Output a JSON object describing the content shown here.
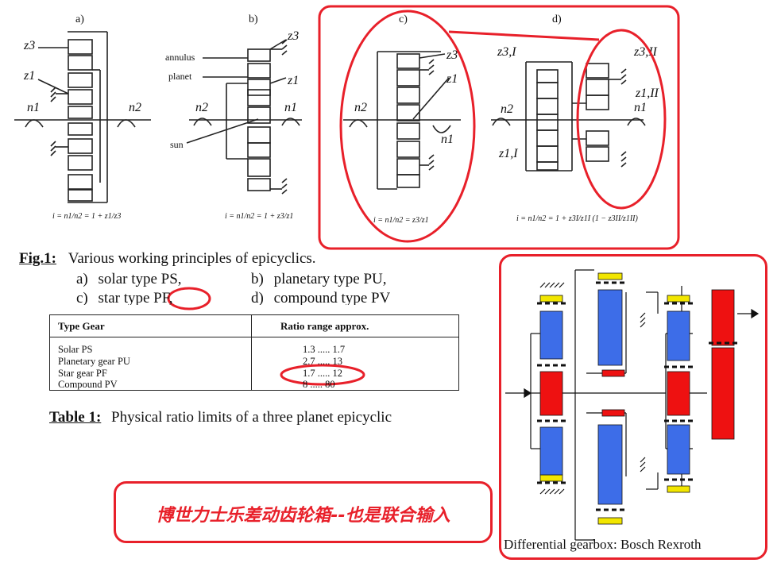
{
  "diagram_labels": {
    "a": "a)",
    "b": "b)",
    "c": "c)",
    "d": "d)",
    "z3": "z3",
    "z1": "z1",
    "n1": "n1",
    "n2": "n2",
    "annulus": "annulus",
    "planet": "planet",
    "sun": "sun",
    "z3I": "z3,I",
    "z3II": "z3,II",
    "z1II": "z1,II",
    "z1I": "z1,I"
  },
  "formulas": {
    "a": "i = n1/n2 = 1 + z1/z3",
    "b": "i = n1/n2 = 1 + z3/z1",
    "c": "i = n1/n2 = z3/z1",
    "d": "i = n1/n2 = 1 + z3I/z1I (1 − z3II/z1II)"
  },
  "figure_caption": {
    "label": "Fig.1:",
    "text": "Various working principles of epicyclics.",
    "items": [
      {
        "key": "a)",
        "text": "solar type PS,"
      },
      {
        "key": "b)",
        "text": "planetary type PU,"
      },
      {
        "key": "c)",
        "text": "star type PF,"
      },
      {
        "key": "d)",
        "text": "compound type PV"
      }
    ]
  },
  "chart_data": {
    "type": "table",
    "columns": [
      "Type Gear",
      "Ratio range approx."
    ],
    "rows": [
      [
        "Solar PS",
        "1.3 ..... 1.7"
      ],
      [
        "Planetary gear PU",
        "2.7 ..... 13"
      ],
      [
        "Star gear PF",
        "1.7 ..... 12"
      ],
      [
        "Compound PV",
        "8 ..... 80"
      ]
    ]
  },
  "table_caption": {
    "label": "Table 1:",
    "text": "Physical ratio limits of a three planet epicyclic"
  },
  "callout_chinese": "博世力士乐差动齿轮箱--也是联合输入",
  "photo_caption": "Differential gearbox: Bosch Rexroth",
  "colors": {
    "highlight_red": "#e8202a",
    "gear_blue": "#3d6de8",
    "gear_red": "#ee1111",
    "bearing_yellow": "#f2e600",
    "callout_text": "#e8202a"
  }
}
